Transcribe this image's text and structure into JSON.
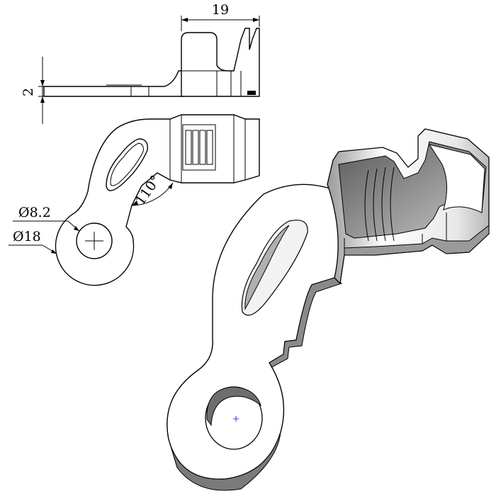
{
  "dimensions": {
    "width_label": "19",
    "thickness_label": "2",
    "hole_diameter_label": "Ø8.2",
    "outer_diameter_label": "Ø18",
    "angle_label": "110°"
  },
  "colors": {
    "line": "#000000",
    "background": "#ffffff",
    "center_mark": "#3a3ad0"
  },
  "icons": {
    "center_cross": "crosshair-icon"
  }
}
